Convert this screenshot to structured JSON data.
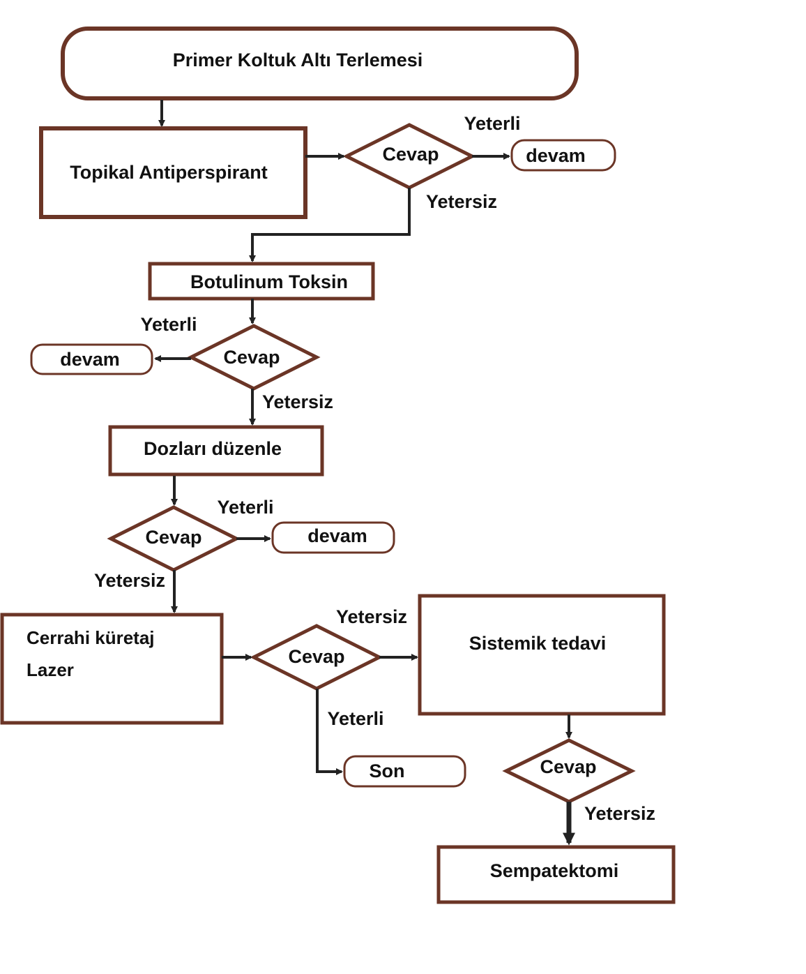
{
  "colors": {
    "box_stroke": "#6b3526",
    "arrow": "#222222",
    "text": "#111111",
    "background": "#ffffff"
  },
  "nodes": {
    "start": "Primer Koltuk Altı Terlemesi",
    "topical": "Topikal Antiperspirant",
    "decision1": "Cevap",
    "devam1": "devam",
    "botulinum": "Botulinum Toksin",
    "decision2": "Cevap",
    "devam2": "devam",
    "dose": "Dozları düzenle",
    "decision3": "Cevap",
    "devam3": "devam",
    "surgery_line1": "Cerrahi küretaj",
    "surgery_line2": "Lazer",
    "decision4": "Cevap",
    "systemic": "Sistemik tedavi",
    "end": "Son",
    "decision5": "Cevap",
    "sympathectomy": "Sempatektomi"
  },
  "edge_labels": {
    "d1_yes": "Yeterli",
    "d1_no": "Yetersiz",
    "d2_yes": "Yeterli",
    "d2_no": "Yetersiz",
    "d3_yes": "Yeterli",
    "d3_no": "Yetersiz",
    "d4_no": "Yetersiz",
    "d4_yes": "Yeterli",
    "d5_no": "Yetersiz"
  }
}
